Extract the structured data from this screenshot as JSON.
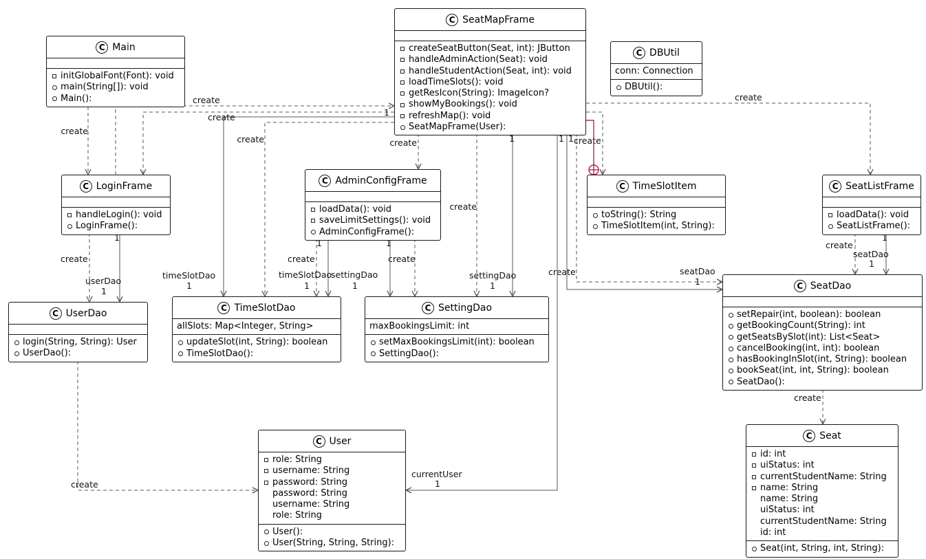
{
  "classes": {
    "Main": {
      "name": "Main",
      "fields": [],
      "methods": [
        {
          "vis": "priv",
          "text": "initGlobalFont(Font): void"
        },
        {
          "vis": "pub",
          "text": "main(String[]): void"
        },
        {
          "vis": "pub",
          "text": "Main():"
        }
      ]
    },
    "SeatMapFrame": {
      "name": "SeatMapFrame",
      "fields": [],
      "methods": [
        {
          "vis": "priv",
          "text": "createSeatButton(Seat, int): JButton"
        },
        {
          "vis": "priv",
          "text": "handleAdminAction(Seat): void"
        },
        {
          "vis": "priv",
          "text": "handleStudentAction(Seat, int): void"
        },
        {
          "vis": "priv",
          "text": "loadTimeSlots(): void"
        },
        {
          "vis": "priv",
          "text": "getResIcon(String): ImageIcon?"
        },
        {
          "vis": "priv",
          "text": "showMyBookings(): void"
        },
        {
          "vis": "priv",
          "text": "refreshMap(): void"
        },
        {
          "vis": "pub",
          "text": "SeatMapFrame(User):"
        }
      ]
    },
    "DBUtil": {
      "name": "DBUtil",
      "fields": [
        {
          "vis": "none",
          "text": "conn: Connection"
        }
      ],
      "methods": [
        {
          "vis": "pub",
          "text": "DBUtil():"
        }
      ]
    },
    "LoginFrame": {
      "name": "LoginFrame",
      "fields": [],
      "methods": [
        {
          "vis": "priv",
          "text": "handleLogin(): void"
        },
        {
          "vis": "pub",
          "text": "LoginFrame():"
        }
      ]
    },
    "AdminConfigFrame": {
      "name": "AdminConfigFrame",
      "fields": [],
      "methods": [
        {
          "vis": "priv",
          "text": "loadData(): void"
        },
        {
          "vis": "priv",
          "text": "saveLimitSettings(): void"
        },
        {
          "vis": "pub",
          "text": "AdminConfigFrame():"
        }
      ]
    },
    "TimeSlotItem": {
      "name": "TimeSlotItem",
      "fields": [],
      "methods": [
        {
          "vis": "pub",
          "text": "toString(): String"
        },
        {
          "vis": "pub",
          "text": "TimeSlotItem(int, String):"
        }
      ]
    },
    "SeatListFrame": {
      "name": "SeatListFrame",
      "fields": [],
      "methods": [
        {
          "vis": "priv",
          "text": "loadData(): void"
        },
        {
          "vis": "pub",
          "text": "SeatListFrame():"
        }
      ]
    },
    "UserDao": {
      "name": "UserDao",
      "fields": [],
      "methods": [
        {
          "vis": "pub",
          "text": "login(String, String): User"
        },
        {
          "vis": "pub",
          "text": "UserDao():"
        }
      ]
    },
    "TimeSlotDao": {
      "name": "TimeSlotDao",
      "fields": [
        {
          "vis": "none",
          "text": "allSlots: Map<Integer, String>"
        }
      ],
      "methods": [
        {
          "vis": "pub",
          "text": "updateSlot(int, String): boolean"
        },
        {
          "vis": "pub",
          "text": "TimeSlotDao():"
        }
      ]
    },
    "SettingDao": {
      "name": "SettingDao",
      "fields": [
        {
          "vis": "none",
          "text": "maxBookingsLimit: int"
        }
      ],
      "methods": [
        {
          "vis": "pub",
          "text": "setMaxBookingsLimit(int): boolean"
        },
        {
          "vis": "pub",
          "text": "SettingDao():"
        }
      ]
    },
    "SeatDao": {
      "name": "SeatDao",
      "fields": [],
      "methods": [
        {
          "vis": "pub",
          "text": "setRepair(int, boolean): boolean"
        },
        {
          "vis": "pub",
          "text": "getBookingCount(String): int"
        },
        {
          "vis": "pub",
          "text": "getSeatsBySlot(int): List<Seat>"
        },
        {
          "vis": "pub",
          "text": "cancelBooking(int, int): boolean"
        },
        {
          "vis": "pub",
          "text": "hasBookingInSlot(int, String): boolean"
        },
        {
          "vis": "pub",
          "text": "bookSeat(int, int, String): boolean"
        },
        {
          "vis": "pub",
          "text": "SeatDao():"
        }
      ]
    },
    "User": {
      "name": "User",
      "fields": [
        {
          "vis": "priv",
          "text": "role: String"
        },
        {
          "vis": "priv",
          "text": "username: String"
        },
        {
          "vis": "priv",
          "text": "password: String"
        },
        {
          "vis": "pkg",
          "text": "password: String"
        },
        {
          "vis": "pkg",
          "text": "username: String"
        },
        {
          "vis": "pkg",
          "text": "role: String"
        }
      ],
      "methods": [
        {
          "vis": "pub",
          "text": "User():"
        },
        {
          "vis": "pub",
          "text": "User(String, String, String):"
        }
      ]
    },
    "Seat": {
      "name": "Seat",
      "fields": [
        {
          "vis": "priv",
          "text": "id: int"
        },
        {
          "vis": "priv",
          "text": "uiStatus: int"
        },
        {
          "vis": "priv",
          "text": "currentStudentName: String"
        },
        {
          "vis": "priv",
          "text": "name: String"
        },
        {
          "vis": "pkg",
          "text": "name: String"
        },
        {
          "vis": "pkg",
          "text": "uiStatus: int"
        },
        {
          "vis": "pkg",
          "text": "currentStudentName: String"
        },
        {
          "vis": "pkg",
          "text": "id: int"
        }
      ],
      "methods": [
        {
          "vis": "pub",
          "text": "Seat(int, String, int, String):"
        }
      ]
    }
  },
  "badge_letter": "C",
  "edge_labels": {
    "create": "create",
    "one": "1",
    "userDao": "userDao",
    "timeSlotDao": "timeSlotDao",
    "settingDao": "settingDao",
    "seatDao": "seatDao",
    "currentUser": "currentUser"
  },
  "colors": {
    "line": "#555555",
    "border": "#181818",
    "nested": "#a80036"
  }
}
